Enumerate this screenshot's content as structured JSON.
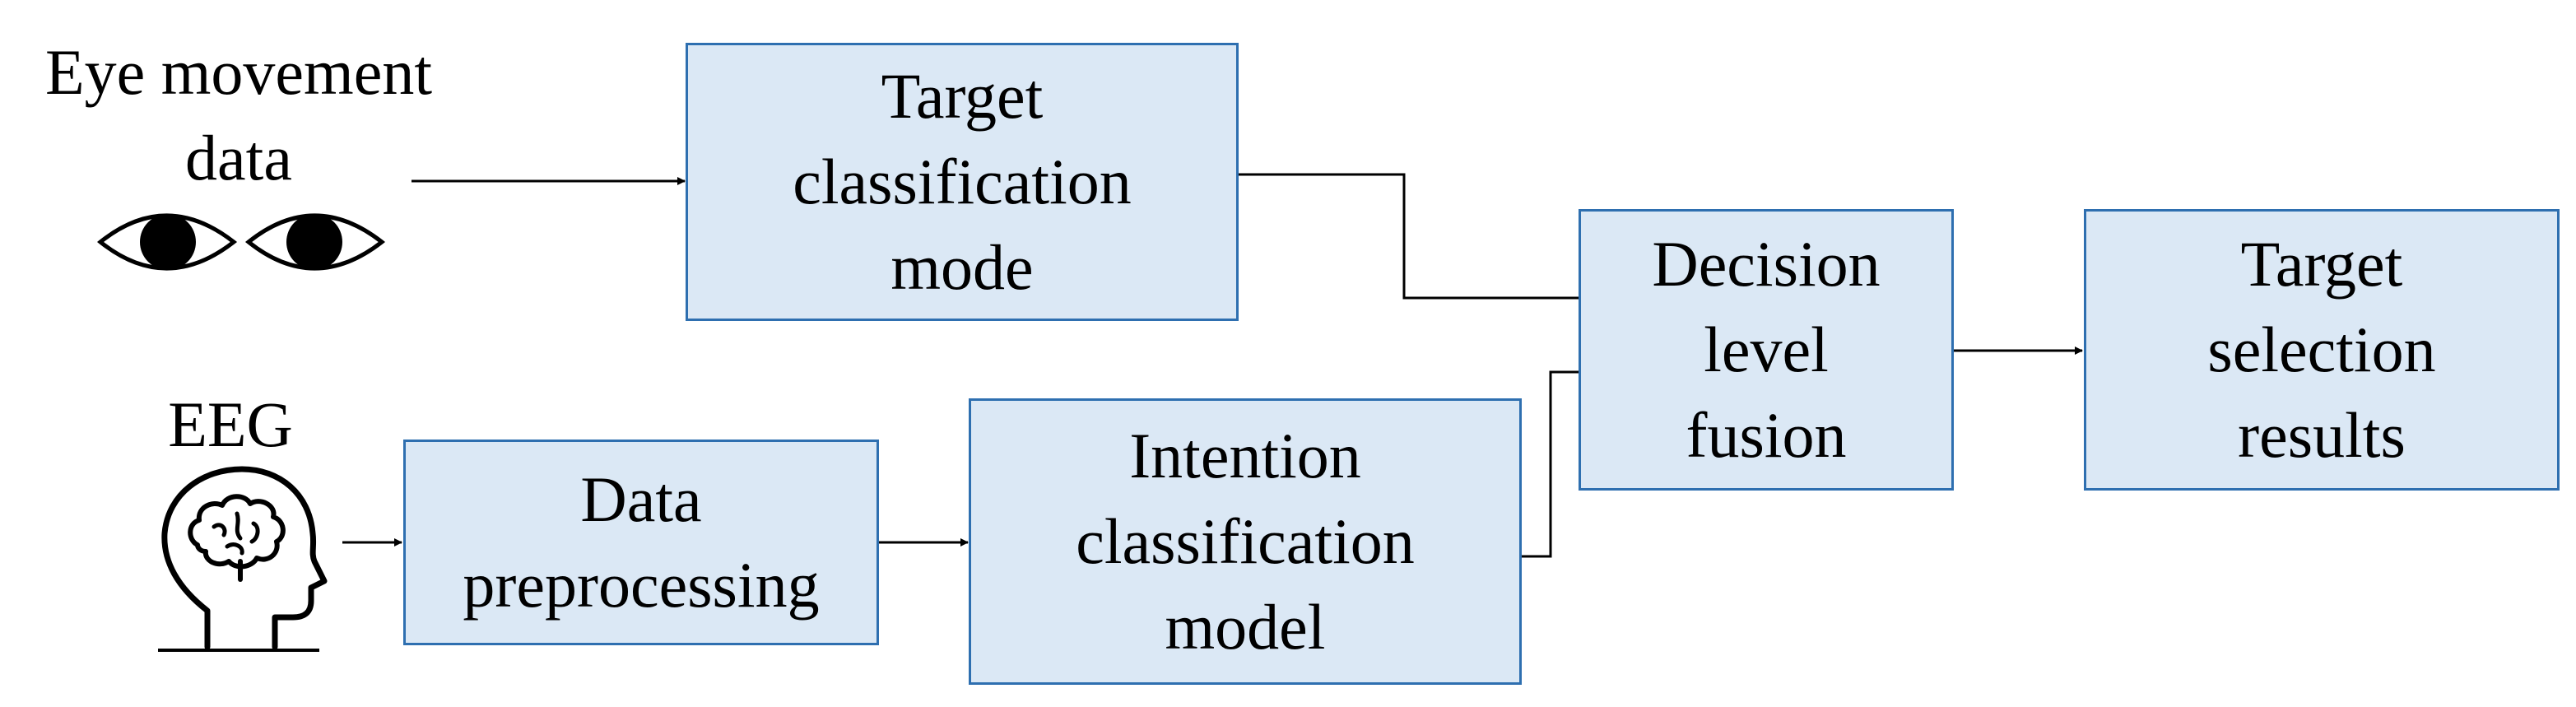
{
  "inputs": {
    "eye": {
      "lines": [
        "Eye movement",
        "data"
      ],
      "icon": "eyes-icon"
    },
    "eeg": {
      "lines": [
        "EEG"
      ],
      "icon": "head-brain-icon"
    }
  },
  "boxes": {
    "target_classification": {
      "lines": [
        "Target",
        "classification",
        "mode"
      ]
    },
    "data_preprocessing": {
      "lines": [
        "Data",
        "preprocessing"
      ]
    },
    "intention_classification": {
      "lines": [
        "Intention",
        "classification",
        "model"
      ]
    },
    "decision_fusion": {
      "lines": [
        "Decision",
        "level",
        "fusion"
      ]
    },
    "target_selection": {
      "lines": [
        "Target",
        "selection",
        "results"
      ]
    }
  },
  "colors": {
    "box_fill": "#dbe8f5",
    "box_border": "#2e6fb0",
    "line": "#000000"
  }
}
